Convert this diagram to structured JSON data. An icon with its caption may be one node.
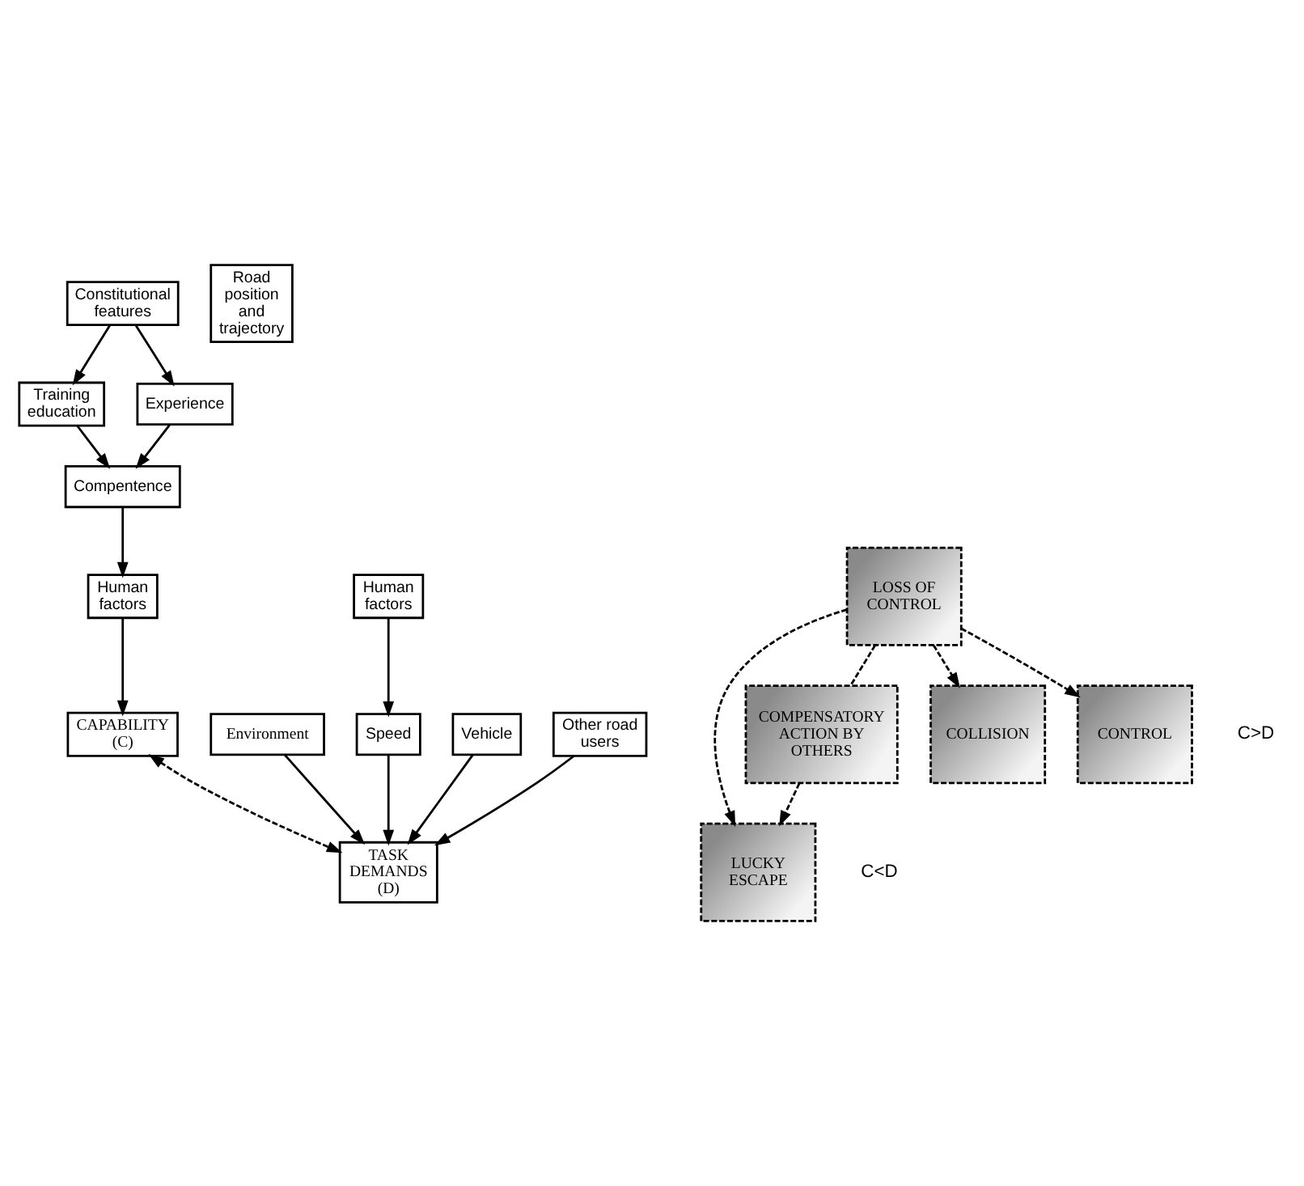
{
  "diagram": {
    "nodes": [
      {
        "text": [
          "Constitutional features"
        ]
      },
      {
        "text": [
          "Training education"
        ]
      },
      {
        "text": [
          "Experience"
        ]
      },
      {
        "text": [
          "Compentence"
        ]
      },
      {
        "text": [
          "Human factors"
        ]
      },
      {
        "text": [
          "LUCKY ESCAPE"
        ]
      },
      {
        "text": [
          "COMPENSATORY ACTION BY OTHERS"
        ]
      },
      {
        "text": [
          "COLLISION"
        ]
      },
      {
        "text": [
          "LOSS OF CONTROL"
        ]
      },
      {
        "text": [
          "CAPABILITY (C)"
        ]
      },
      {
        "text": [
          "TASK DEMANDS (D)"
        ]
      },
      {
        "text": [
          "Environment"
        ]
      },
      {
        "text": [
          "Road position and trajectory"
        ]
      },
      {
        "text": [
          "Speed"
        ]
      },
      {
        "text": [
          "Vehicle"
        ]
      },
      {
        "text": [
          "Other road users"
        ]
      },
      {
        "text": [
          "CONTROL"
        ]
      },
      {
        "text": [
          "Human factors"
        ]
      }
    ],
    "edges": [
      {
        "from": 0,
        "to": 1,
        "arrow": "to"
      },
      {
        "from": 0,
        "to": 2,
        "arrow": "to"
      },
      {
        "from": 1,
        "to": 3,
        "arrow": "to"
      },
      {
        "from": 2,
        "to": 3,
        "arrow": "to"
      },
      {
        "from": 3,
        "to": 4,
        "arrow": "to"
      },
      {
        "from": 4,
        "to": 9,
        "arrow": "to"
      },
      {
        "from": 9,
        "to": 10,
        "arrow": "both",
        "style": "dashed"
      },
      {
        "from": 8,
        "to": 5,
        "arrow": "to",
        "style": "dashed"
      },
      {
        "from": 8,
        "to": 6,
        "arrow": "none",
        "style": "dashed"
      },
      {
        "from": 6,
        "to": 5,
        "arrow": "to",
        "style": "dashed"
      },
      {
        "from": 8,
        "to": 7,
        "arrow": "to",
        "style": "dashed"
      },
      {
        "from": 8,
        "to": 16,
        "arrow": "to",
        "style": "dashed"
      },
      {
        "from": 11,
        "to": 10,
        "arrow": "to"
      },
      {
        "from": 13,
        "to": 10,
        "arrow": "to"
      },
      {
        "from": 14,
        "to": 10,
        "arrow": "to"
      },
      {
        "from": 15,
        "to": 10,
        "arrow": "to"
      },
      {
        "from": 17,
        "to": 13,
        "arrow": "to"
      }
    ],
    "labels": [
      "C<D",
      "C>D"
    ]
  }
}
